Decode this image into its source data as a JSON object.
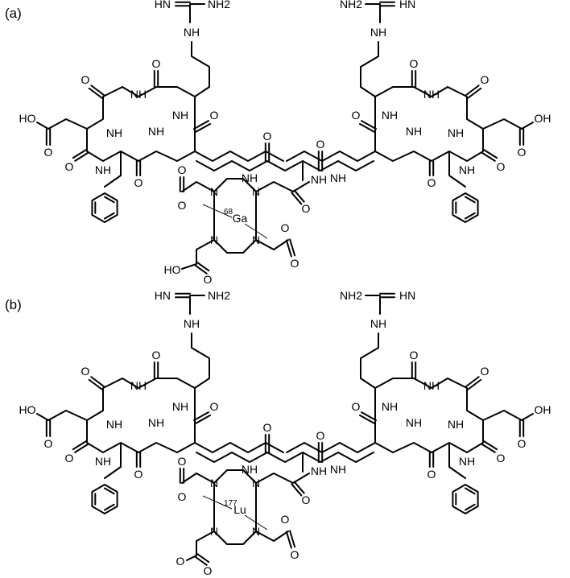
{
  "panels": [
    {
      "id": "a",
      "label": "(a)",
      "metal": "Ga",
      "isotope": "68",
      "dota_pendant_left": "HO",
      "atoms": {
        "guanidine_imine": "HN",
        "guanidine_amine": "NH2",
        "amine": "NH",
        "acid": "HO",
        "carbonyl": "O",
        "amide": "N",
        "ring_n": "N",
        "acid_right": "OH"
      }
    },
    {
      "id": "b",
      "label": "(b)",
      "metal": "Lu",
      "isotope": "177",
      "dota_pendant_left": "",
      "atoms": {
        "guanidine_imine": "HN",
        "guanidine_amine": "NH2",
        "amine": "NH",
        "acid": "HO",
        "carbonyl": "O",
        "amide": "N",
        "ring_n": "N",
        "acid_right": "OH"
      }
    }
  ]
}
